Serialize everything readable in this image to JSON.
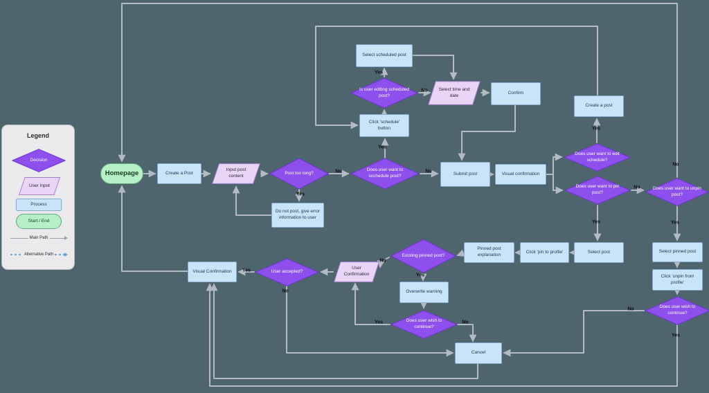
{
  "colors": {
    "canvas": "#4e656e",
    "edge": "#b3bac1",
    "process-fill": "#c9e4f9",
    "process-border": "#84abce",
    "decision-fill": "#8d50ec",
    "decision-border": "#6e35cf",
    "input-fill": "#e9d6f7",
    "input-border": "#a87fd0",
    "startend-fill": "#b5f0c6",
    "startend-border": "#63a97c",
    "legend-bg": "#eaeaec",
    "legend-border": "#b9bcc4",
    "alt-path": "#6f9fd8"
  },
  "legend": {
    "title": "Legend",
    "items": [
      {
        "shape": "decision-diamond",
        "label": "Decision"
      },
      {
        "shape": "user-input-parallelogram",
        "label": "User Input"
      },
      {
        "shape": "process-rectangle",
        "label": "Process"
      },
      {
        "shape": "start-end-pill",
        "label": "Start / End"
      },
      {
        "shape": "solid-arrow",
        "label": "Main Path"
      },
      {
        "shape": "dashed-arrow",
        "label": "Alternative Path"
      }
    ]
  },
  "nodes": {
    "homepage": {
      "label": "Homepage",
      "type": "start-end"
    },
    "create_post_1": {
      "label": "Create a Post",
      "type": "process"
    },
    "input_post_content": {
      "label": "Input post content",
      "type": "user-input"
    },
    "post_too_long": {
      "label": "Post too long?",
      "type": "decision"
    },
    "do_not_post": {
      "label": "Do not post, give error information to user",
      "type": "process"
    },
    "schedule_q": {
      "label": "Does user want to scchedule post?",
      "type": "decision"
    },
    "click_schedule": {
      "label": "Click 'schedule' button",
      "type": "process"
    },
    "editing_scheduled_q": {
      "label": "Is user editing scheduled post?",
      "type": "decision"
    },
    "select_scheduled_post": {
      "label": "Select scheduled post",
      "type": "process"
    },
    "select_time_date": {
      "label": "Select time and date",
      "type": "user-input"
    },
    "confirm": {
      "label": "Confirm",
      "type": "process"
    },
    "submit_post": {
      "label": "Submit post",
      "type": "process"
    },
    "visual_confirmation_1": {
      "label": "Visual confirmation",
      "type": "process"
    },
    "create_post_2": {
      "label": "Create a post",
      "type": "process"
    },
    "edit_schedule_q": {
      "label": "Does user want to edit schedule?",
      "type": "decision"
    },
    "pin_q": {
      "label": "Does user want to pin post?",
      "type": "decision"
    },
    "unpin_q": {
      "label": "Does user want to unpin post?",
      "type": "decision"
    },
    "select_post": {
      "label": "Select post",
      "type": "process"
    },
    "click_pin": {
      "label": "Click 'pin to profile'",
      "type": "process"
    },
    "pinned_explanation": {
      "label": "Pinned post explanation",
      "type": "process"
    },
    "existing_pinned_q": {
      "label": "Existing pinned post?",
      "type": "decision"
    },
    "overwrite_warning": {
      "label": "Overwrite warning",
      "type": "process"
    },
    "continue_q1": {
      "label": "Does user wish to continue?",
      "type": "decision"
    },
    "cancel": {
      "label": "Cancel",
      "type": "process"
    },
    "user_confirmation": {
      "label": "User Confirmation",
      "type": "user-input"
    },
    "user_accepted_q": {
      "label": "User accepted?",
      "type": "decision"
    },
    "visual_confirmation_2": {
      "label": "Visual Confirmation",
      "type": "process"
    },
    "select_pinned_post": {
      "label": "Select pinned post",
      "type": "process"
    },
    "click_unpin": {
      "label": "Click 'unpin from profile'",
      "type": "process"
    },
    "continue_q2": {
      "label": "Does user wish to continue?",
      "type": "decision"
    }
  },
  "edge_labels": {
    "yes": "Yes",
    "no": "No"
  }
}
